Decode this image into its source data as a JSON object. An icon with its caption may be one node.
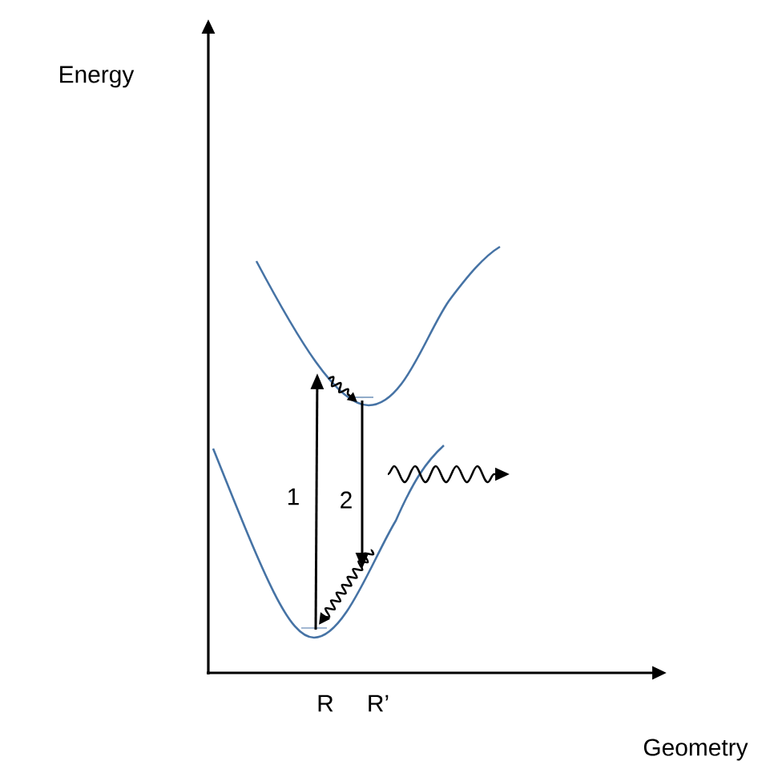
{
  "diagram": {
    "labels": [
      "Energy",
      "1",
      "2",
      "R",
      "R’",
      "Geometry"
    ]
  }
}
